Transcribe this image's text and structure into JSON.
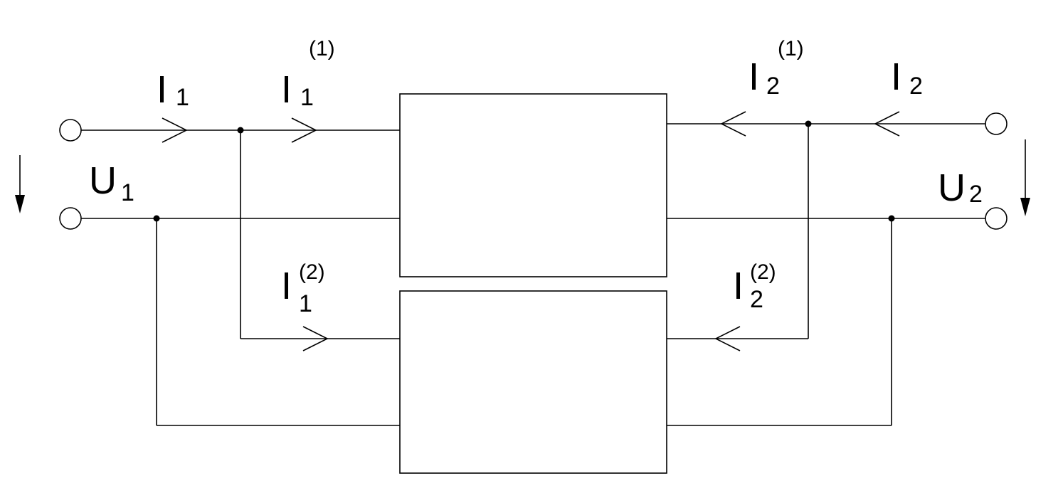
{
  "labels": {
    "i1": {
      "main": "I",
      "sub": "1"
    },
    "i1_1": {
      "main": "I",
      "sub": "1",
      "sup": "(1)"
    },
    "i1_2": {
      "main": "I",
      "sub": "1",
      "sup": "(2)"
    },
    "i2": {
      "main": "I",
      "sub": "2"
    },
    "i2_1": {
      "main": "I",
      "sub": "2",
      "sup": "(1)"
    },
    "i2_2": {
      "main": "I",
      "sub": "2",
      "sup": "(2)"
    },
    "u1": {
      "main": "U",
      "sub": "1"
    },
    "u2": {
      "main": "U",
      "sub": "2"
    }
  }
}
